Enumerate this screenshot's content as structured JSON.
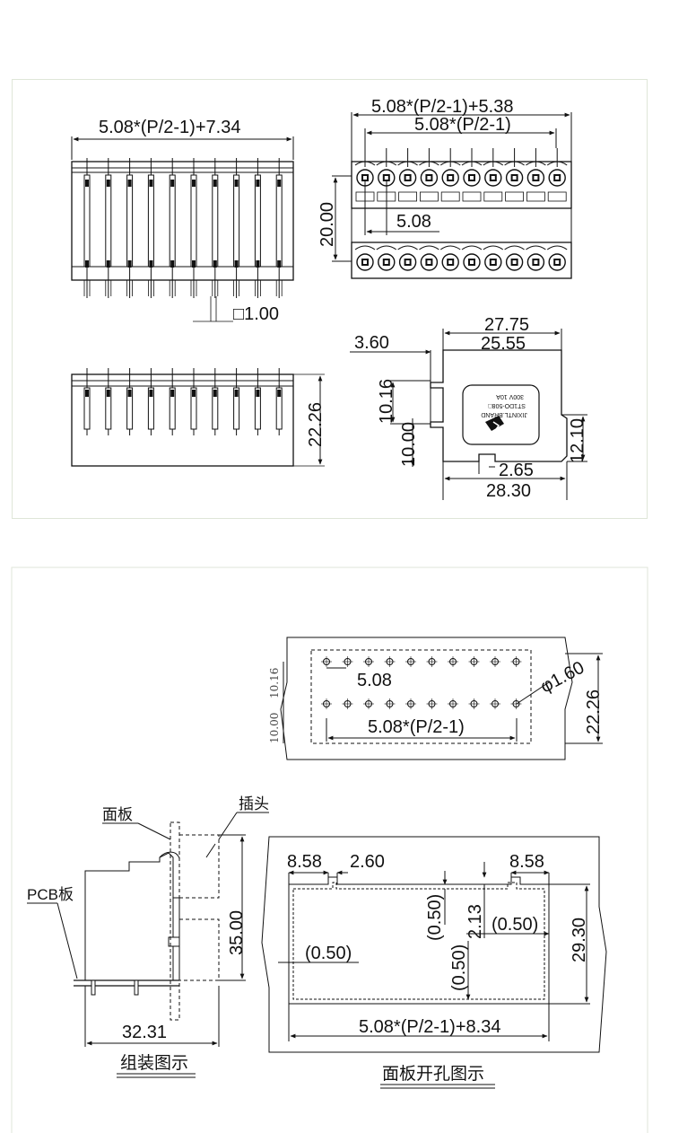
{
  "top_panel": {
    "dim_front_width": "5.08*(P/2-1)+7.34",
    "dim_pin_square": "□1.00",
    "dim_side_height": "22.26",
    "dim_top_total": "5.08*(P/2-1)+5.38",
    "dim_top_inner": "5.08*(P/2-1)",
    "dim_row_spacing": "20.00",
    "dim_pitch": "5.08",
    "dim_27_75": "27.75",
    "dim_25_55": "25.55",
    "dim_3_60": "3.60",
    "dim_10_16": "10.16",
    "dim_10_00": "10.00",
    "dim_12_10": "12.10",
    "dim_2_65": "2.65",
    "dim_28_30": "28.30",
    "label_line1": "300V 10A",
    "label_line2": "ST1DO-508□",
    "label_line3": "JIXINTL.BRAND"
  },
  "bottom_panel": {
    "pcb": {
      "dim_10_16": "10.16",
      "dim_10_00": "10.00",
      "dim_pitch": "5.08",
      "dim_hole": "φ1.60",
      "dim_height": "22.26",
      "dim_width": "5.08*(P/2-1)"
    },
    "assembly": {
      "label_panel": "面板",
      "label_plug": "插头",
      "label_pcb": "PCB板",
      "dim_height": "35.00",
      "dim_depth": "32.31",
      "caption": "组装图示"
    },
    "cutout": {
      "dim_8_58_left": "8.58",
      "dim_2_60": "2.60",
      "dim_8_58_right": "8.58",
      "dim_0_50_a": "(0.50)",
      "dim_2_13": "2.13",
      "dim_0_50_b": "(0.50)",
      "dim_0_50_c": "(0.50)",
      "dim_0_50_d": "(0.50)",
      "dim_29_30": "29.30",
      "dim_width": "5.08*(P/2-1)+8.34",
      "caption": "面板开孔图示"
    }
  }
}
